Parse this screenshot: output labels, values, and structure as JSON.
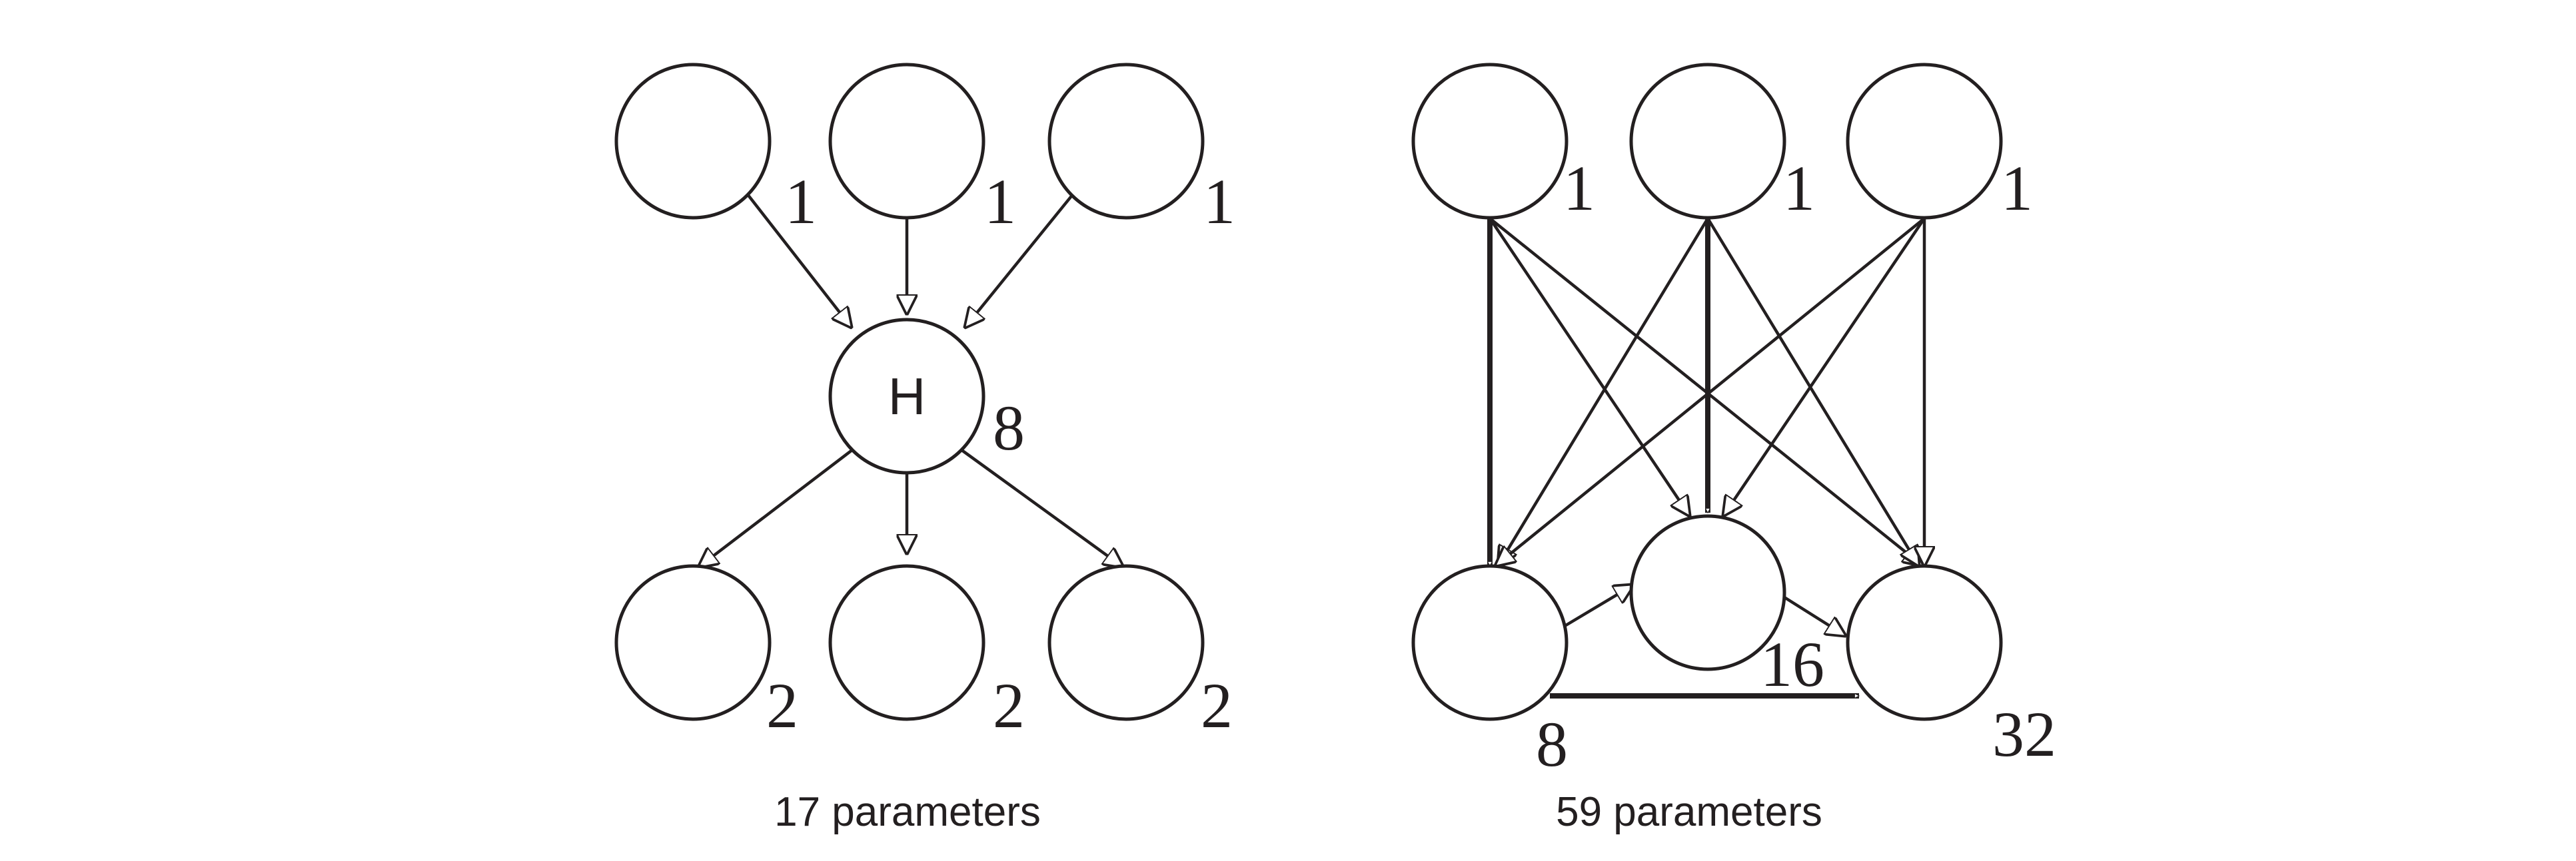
{
  "left_network": {
    "hidden_label": "H",
    "param_counts": {
      "top": [
        "1",
        "1",
        "1"
      ],
      "hidden": "8",
      "bottom": [
        "2",
        "2",
        "2"
      ]
    },
    "caption": "17 parameters"
  },
  "right_network": {
    "param_counts": {
      "top": [
        "1",
        "1",
        "1"
      ],
      "bottom_left": "8",
      "bottom_middle": "16",
      "bottom_right": "32"
    },
    "caption": "59 parameters"
  },
  "colors": {
    "stroke": "#231f20",
    "background": "#ffffff"
  }
}
